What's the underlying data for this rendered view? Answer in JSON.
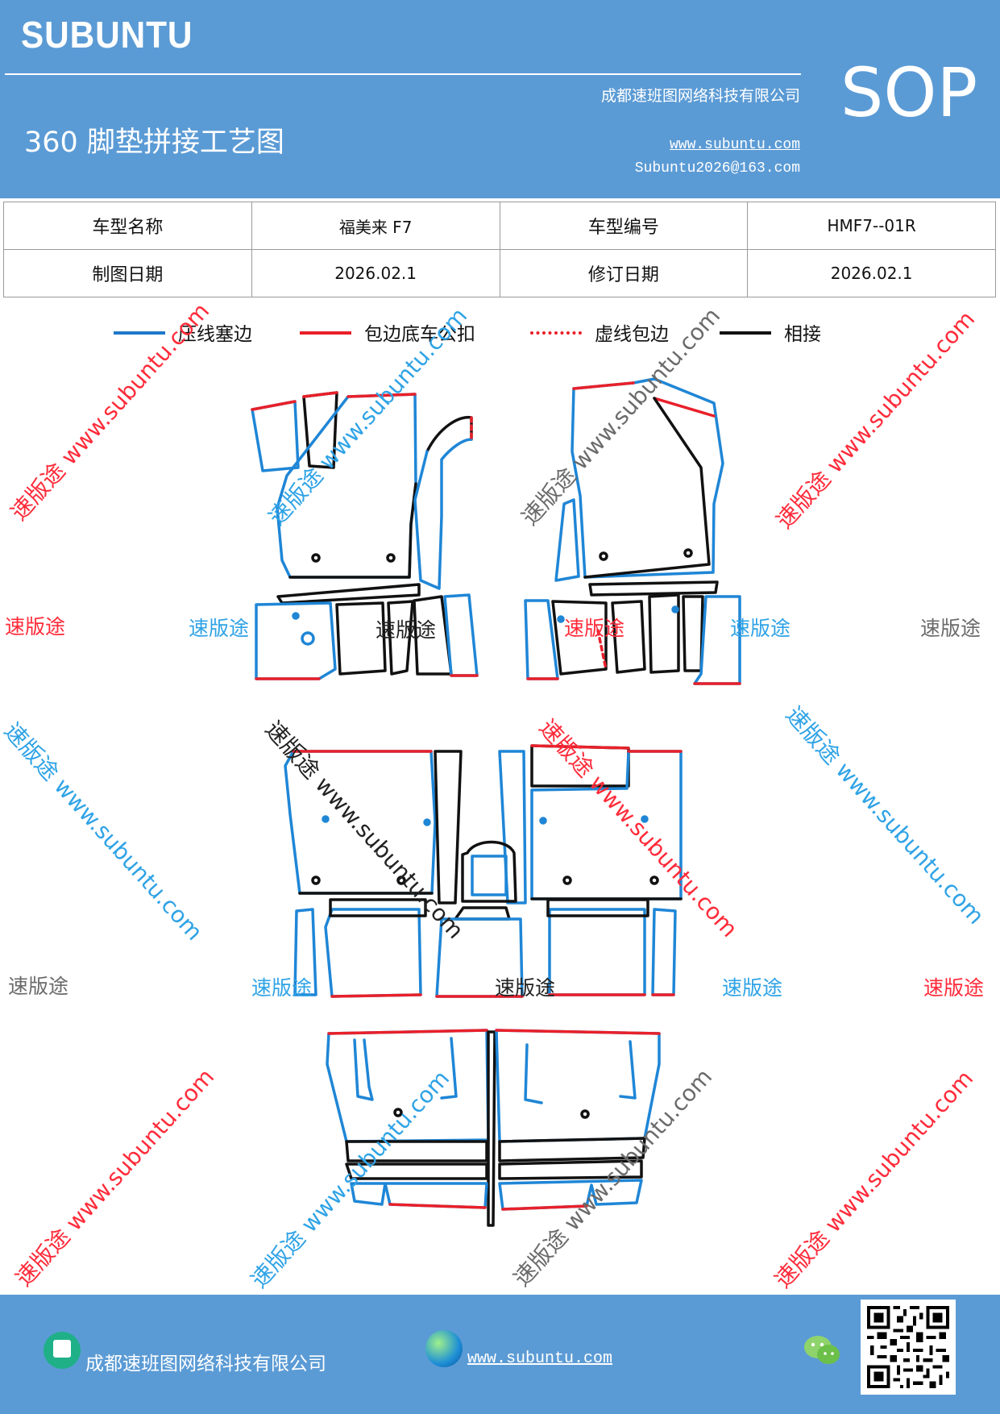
{
  "header": {
    "logo": "SUBUNTU",
    "company": "成都速班图网络科技有限公司",
    "title": "360 脚垫拼接工艺图",
    "website": "www.subuntu.com",
    "email": "Subuntu2026@163.com",
    "badge": "SOP"
  },
  "info_table": {
    "r1c1": "车型名称",
    "r1c2": "福美来 F7",
    "r1c3": "车型编号",
    "r1c4": "HMF7--01R",
    "r2c1": "制图日期",
    "r2c2": "2026.02.1",
    "r2c3": "修订日期",
    "r2c4": "2026.02.1"
  },
  "legend": [
    {
      "label": "压线塞边",
      "color": "#1f78c8",
      "style": "solid"
    },
    {
      "label": "包边底车公扣",
      "color": "#e8202a",
      "style": "solid"
    },
    {
      "label": "虚线包边",
      "color": "#e8202a",
      "style": "dashed"
    },
    {
      "label": "相接",
      "color": "#111111",
      "style": "solid"
    }
  ],
  "watermarks": {
    "brand": "速版途",
    "brand_url": "速版途 www.subuntu.com",
    "url": "www.subuntu.com"
  },
  "colors": {
    "header_bg": "#5b9bd5",
    "blue_edge": "#1f86d6",
    "red_edge": "#e8202a",
    "black_edge": "#111111"
  },
  "footer": {
    "company": "成都速班图网络科技有限公司",
    "website": "www.subuntu.com",
    "icons": [
      "company-icon",
      "globe-icon",
      "wechat-icon",
      "qr-code"
    ]
  }
}
